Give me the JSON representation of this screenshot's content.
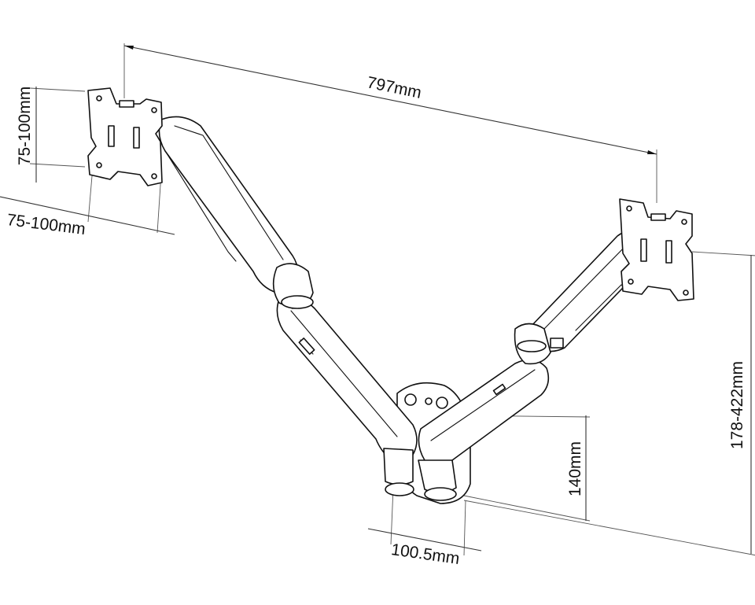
{
  "drawing": {
    "subject": "dual-arm-monitor-wall-mount",
    "line_color": "#111111",
    "background": "#ffffff"
  },
  "dimensions": {
    "overall_width": "797mm",
    "vesa_vertical": "75-100mm",
    "vesa_horizontal": "75-100mm",
    "height_range": "178-422mm",
    "plate_height": "140mm",
    "plate_width": "100.5mm"
  }
}
